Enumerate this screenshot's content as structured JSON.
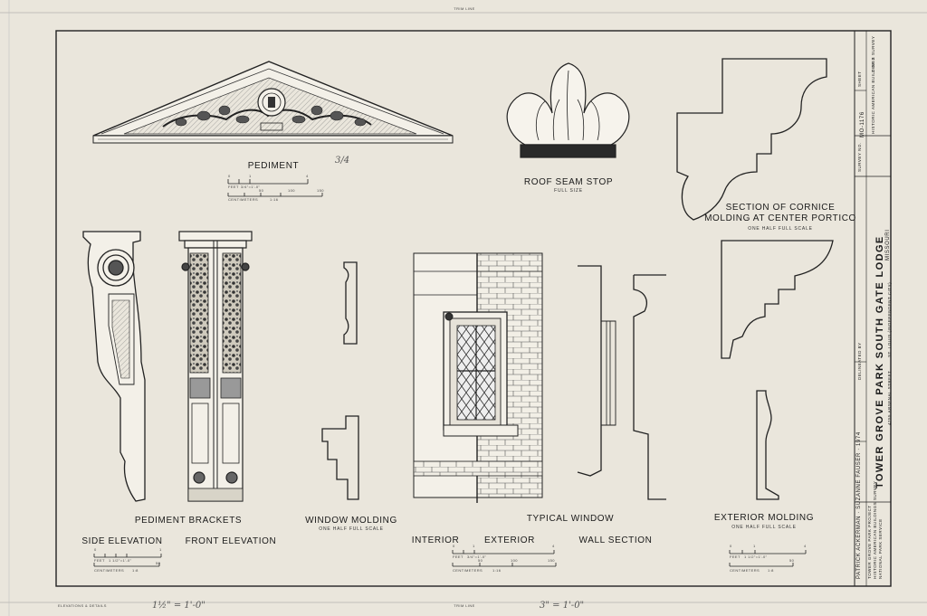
{
  "sheet": {
    "top_mark": "TRIM LINE",
    "bottom_mark": "TRIM LINE",
    "bottom_left_note": "ELEVATIONS & DETAILS",
    "handwritten_left": "1½\" = 1'-0\"",
    "handwritten_right": "3\" = 1'-0\"",
    "handwritten_pediment": "3/4"
  },
  "drawings": {
    "pediment": {
      "title": "PEDIMENT"
    },
    "roof_seam_stop": {
      "title": "ROOF SEAM STOP",
      "scale": "FULL SIZE"
    },
    "cornice": {
      "title_line1": "SECTION OF CORNICE",
      "title_line2": "MOLDING AT CENTER PORTICO",
      "scale": "ONE HALF FULL SCALE"
    },
    "brackets": {
      "title": "PEDIMENT BRACKETS",
      "side": "SIDE ELEVATION",
      "front": "FRONT ELEVATION"
    },
    "window_molding": {
      "title": "WINDOW MOLDING",
      "scale": "ONE HALF FULL SCALE"
    },
    "typical_window": {
      "title": "TYPICAL WINDOW",
      "interior": "INTERIOR",
      "exterior": "EXTERIOR",
      "wall_section": "WALL SECTION"
    },
    "exterior_molding": {
      "title": "EXTERIOR MOLDING",
      "scale": "ONE HALF FULL SCALE"
    }
  },
  "scales": {
    "pediment": {
      "feet_label": "FEET",
      "feet_ratio": "3/4\"=1'-0\"",
      "feet_ticks": [
        "0",
        "1",
        "4"
      ],
      "cm_label": "CENTIMETERS",
      "cm_ratio": "1:16",
      "cm_ticks": [
        "0",
        "50",
        "100",
        "150"
      ]
    },
    "brackets": {
      "feet_label": "FEET",
      "feet_ratio": "1 1/2\"=1'-0\"",
      "feet_ticks": [
        "0",
        "1"
      ],
      "cm_label": "CENTIMETERS",
      "cm_ratio": "1:8",
      "cm_ticks": [
        "0",
        "50"
      ]
    },
    "window": {
      "feet_label": "FEET",
      "feet_ratio": "3/4\"=1'-0\"",
      "feet_ticks": [
        "0",
        "1",
        "4"
      ],
      "cm_label": "CENTIMETERS",
      "cm_ratio": "1:16",
      "cm_ticks": [
        "0",
        "50",
        "100",
        "150"
      ]
    },
    "exterior": {
      "feet_label": "FEET",
      "feet_ratio": "1 1/2\"=1'-0\"",
      "feet_ticks": [
        "0",
        "1",
        "4"
      ],
      "cm_label": "CENTIMETERS",
      "cm_ratio": "1:8",
      "cm_ticks": [
        "0",
        "50"
      ]
    }
  },
  "title_block": {
    "building": "TOWER GROVE PARK SOUTH GATE LODGE",
    "address": "4255 ARSENAL STREET",
    "city": "ST. LOUIS (INDEPENDENT CITY)",
    "state": "MISSOURI",
    "delineators": "PATRICK ACKERMAN · SUZANNE FAUSER · 1974",
    "delineated_by": "DELINEATED BY",
    "project": "TOWER GROVE PARK PROJECT",
    "agency1": "HISTORIC AMERICAN BUILDINGS SURVEY",
    "agency2": "NATIONAL PARK SERVICE",
    "survey": "HISTORIC AMERICAN BUILDINGS SURVEY",
    "survey_no_label": "SURVEY NO.",
    "survey_no": "MO-1176",
    "sheet_label": "SHEET",
    "sheet_no": "2 OF 2"
  }
}
